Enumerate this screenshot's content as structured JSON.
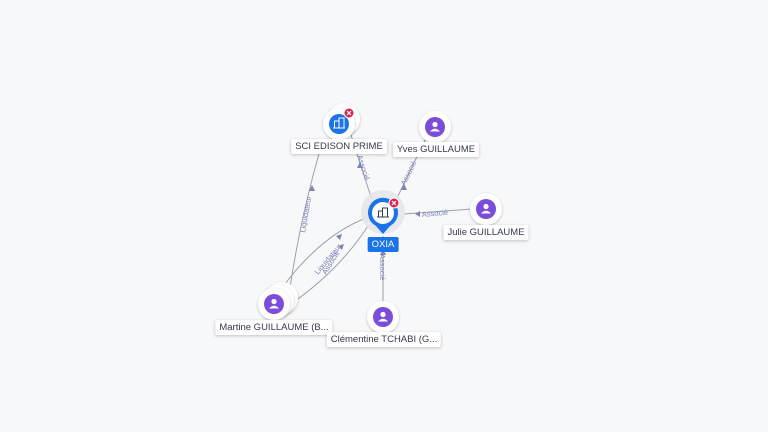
{
  "colors": {
    "company_blue": "#1a73e8",
    "person_purple": "#7c4ddb",
    "alert_red": "#e0234e",
    "edge_gray": "#9aa0ad",
    "edge_label": "#7d82b8"
  },
  "nodes": {
    "oxia": {
      "label": "OXIA",
      "icon": "building-icon",
      "type": "company-main"
    },
    "sci": {
      "label": "SCI EDISON PRIME",
      "icon": "building-icon",
      "type": "company"
    },
    "yves": {
      "label": "Yves GUILLAUME",
      "icon": "person-icon",
      "type": "person"
    },
    "julie": {
      "label": "Julie GUILLAUME",
      "icon": "person-icon",
      "type": "person"
    },
    "clementine": {
      "label": "Clémentine TCHABI (G...",
      "icon": "person-icon",
      "type": "person"
    },
    "martine": {
      "label": "Martine GUILLAUME (B...",
      "icon": "person-icon",
      "type": "person"
    }
  },
  "edges": {
    "sci_oxia": {
      "label": "Associé"
    },
    "yves_oxia": {
      "label": "Associé"
    },
    "julie_oxia": {
      "label": "Associé"
    },
    "clementine_oxia": {
      "label": "Associé"
    },
    "martine_oxia_liq": {
      "label": "Liquidateur"
    },
    "martine_oxia_assoc": {
      "label": "Associé"
    },
    "martine_sci_liq": {
      "label": "Liquidateur"
    }
  }
}
